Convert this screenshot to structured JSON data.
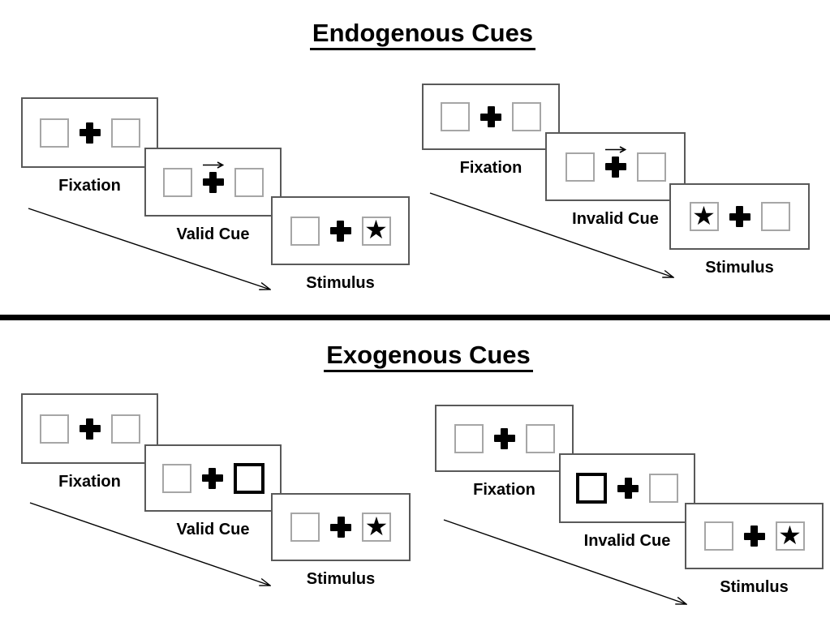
{
  "colors": {
    "panel_border": "#595959",
    "box_border": "#a6a6a6",
    "highlight_border": "#000000",
    "ink": "#000000"
  },
  "icons": {
    "star": "★",
    "fixation_cross": "✚",
    "cue_arrow_right": "→",
    "sequence_arrow": "diagonal-down-right-arrow"
  },
  "sections": [
    {
      "id": "endogenous",
      "title": "Endogenous Cues",
      "sequences": [
        {
          "id": "valid",
          "panels": [
            {
              "type": "fixation",
              "label": "Fixation",
              "left_box": "empty",
              "right_box": "empty",
              "cue": "none"
            },
            {
              "type": "cue",
              "label": "Valid Cue",
              "left_box": "empty",
              "right_box": "empty",
              "cue": "arrow-right-above-cross"
            },
            {
              "type": "stimulus",
              "label": "Stimulus",
              "left_box": "empty",
              "right_box": "star",
              "cue": "none"
            }
          ]
        },
        {
          "id": "invalid",
          "panels": [
            {
              "type": "fixation",
              "label": "Fixation",
              "left_box": "empty",
              "right_box": "empty",
              "cue": "none"
            },
            {
              "type": "cue",
              "label": "Invalid Cue",
              "left_box": "empty",
              "right_box": "empty",
              "cue": "arrow-right-above-cross"
            },
            {
              "type": "stimulus",
              "label": "Stimulus",
              "left_box": "star",
              "right_box": "empty",
              "cue": "none"
            }
          ]
        }
      ]
    },
    {
      "id": "exogenous",
      "title": "Exogenous Cues",
      "sequences": [
        {
          "id": "valid",
          "panels": [
            {
              "type": "fixation",
              "label": "Fixation",
              "left_box": "empty",
              "right_box": "empty",
              "cue": "none"
            },
            {
              "type": "cue",
              "label": "Valid Cue",
              "left_box": "empty",
              "right_box": "thick-outline",
              "cue": "highlighted-right-box"
            },
            {
              "type": "stimulus",
              "label": "Stimulus",
              "left_box": "empty",
              "right_box": "star",
              "cue": "none"
            }
          ]
        },
        {
          "id": "invalid",
          "panels": [
            {
              "type": "fixation",
              "label": "Fixation",
              "left_box": "empty",
              "right_box": "empty",
              "cue": "none"
            },
            {
              "type": "cue",
              "label": "Invalid Cue",
              "left_box": "thick-outline",
              "right_box": "empty",
              "cue": "highlighted-left-box"
            },
            {
              "type": "stimulus",
              "label": "Stimulus",
              "left_box": "empty",
              "right_box": "star",
              "cue": "none"
            }
          ]
        }
      ]
    }
  ]
}
